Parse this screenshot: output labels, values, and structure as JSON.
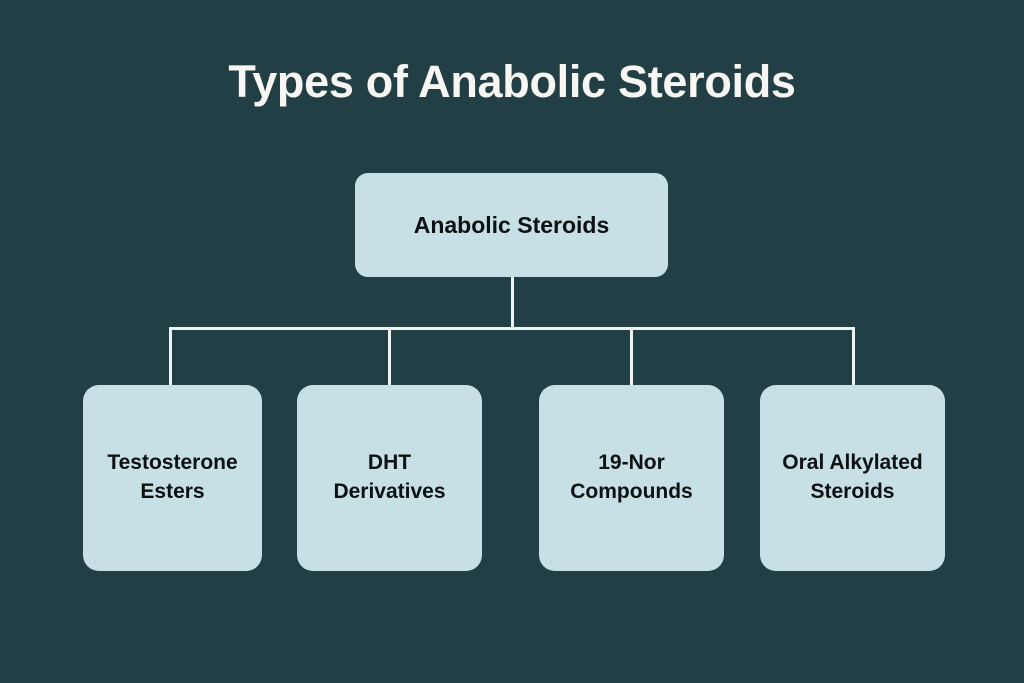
{
  "page": {
    "title": "Types of Anabolic Steroids",
    "background_color": "#223F45",
    "title_color": "#F7F6F2",
    "node_fill_color": "#C6E0E6",
    "node_text_color": "#0E1112",
    "connector_color": "#EDF3F2"
  },
  "diagram": {
    "type": "hierarchy-tree",
    "root": {
      "label": "Anabolic Steroids"
    },
    "children": [
      {
        "label": "Testosterone Esters",
        "line1": "Testosterone",
        "line2": "Esters"
      },
      {
        "label": "DHT Derivatives",
        "line1": "DHT",
        "line2": "Derivatives"
      },
      {
        "label": "19-Nor Compounds",
        "line1": "19-Nor",
        "line2": "Compounds"
      },
      {
        "label": "Oral Alkylated Steroids",
        "line1": "Oral Alkylated",
        "line2": "Steroids"
      }
    ]
  }
}
